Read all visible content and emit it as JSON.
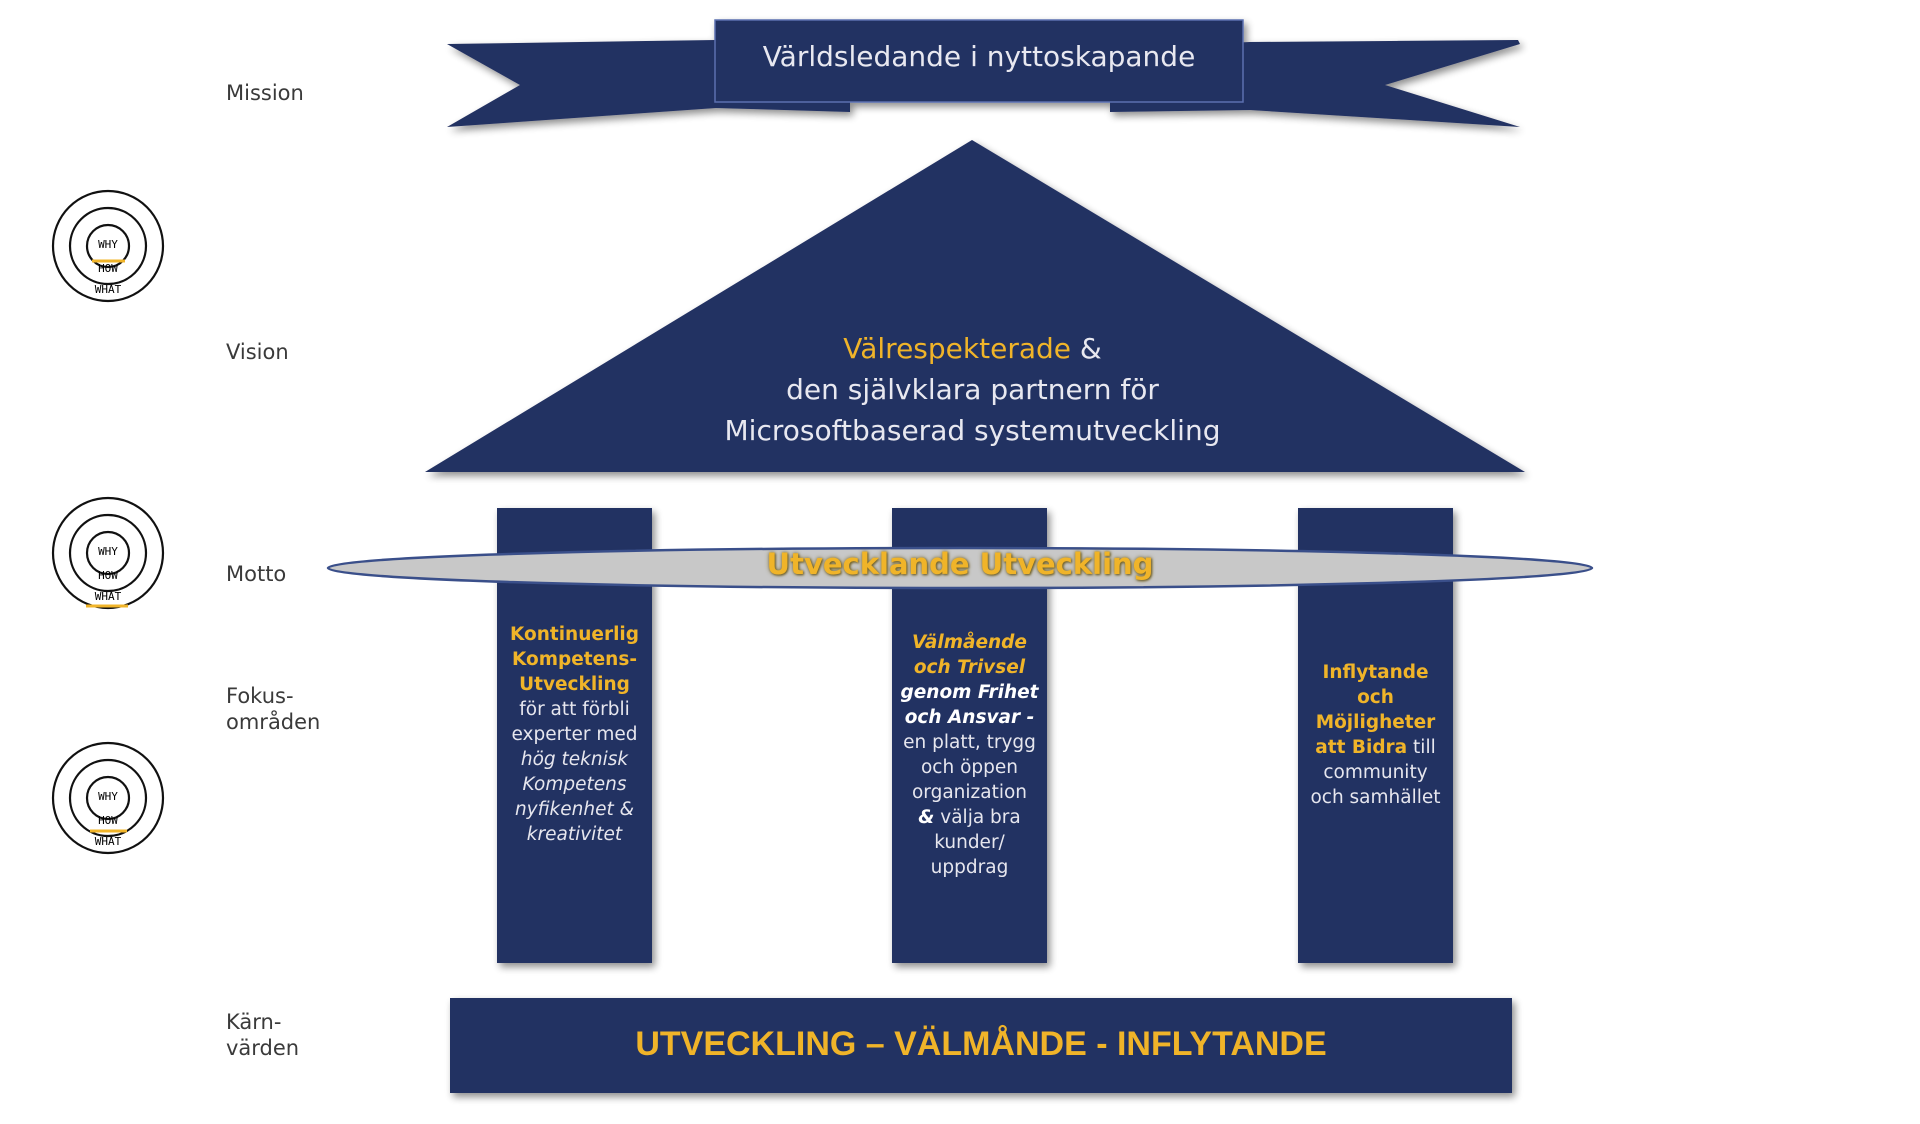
{
  "labels": {
    "mission": "Mission",
    "vision": "Vision",
    "motto": "Motto",
    "fokus": "Fokus-\nområden",
    "karn": "Kärn-\nvärden"
  },
  "golden_circle": {
    "why": "WHY",
    "how": "HOW",
    "what": "WHAT"
  },
  "mission_text": "Världsledande i nyttoskapande",
  "vision": {
    "highlight": "Välrespekterade",
    "amp": " &",
    "line2": "den självklara partnern för",
    "line3": "Microsoftbaserad systemutveckling"
  },
  "motto_text": "Utvecklande Utveckling",
  "pillars": {
    "p1": {
      "gold1": "Kontinuerlig",
      "gold2": "Kompetens-",
      "gold3": "Utveckling",
      "l4": "för att förbli",
      "l5": "experter med",
      "i6": "hög teknisk",
      "i7": "Kompetens",
      "i8": "nyfikenhet &",
      "i9": "kreativitet"
    },
    "p2": {
      "g1": "Välmående",
      "g2": "och Trivsel",
      "b3": "genom Frihet",
      "b4": "och Ansvar -",
      "l5": "en platt, trygg",
      "l6": "och öppen",
      "l7": "organization",
      "amp": "&",
      "l8": " välja bra",
      "l9": "kunder/",
      "l10": "uppdrag"
    },
    "p3": {
      "g1": "Inflytande",
      "g2": "och",
      "g3": "Möjligheter",
      "g4": "att Bidra",
      "l4b": " till",
      "l5": "community",
      "l6": "och samhället"
    }
  },
  "core_values": "UTVECKLING – VÄLMÅNDE - INFLYTANDE",
  "colors": {
    "navy": "#243062",
    "gold": "#f0b429",
    "ellipse": "#c8c8c8",
    "ellipse_stroke": "#3a4f8a"
  }
}
